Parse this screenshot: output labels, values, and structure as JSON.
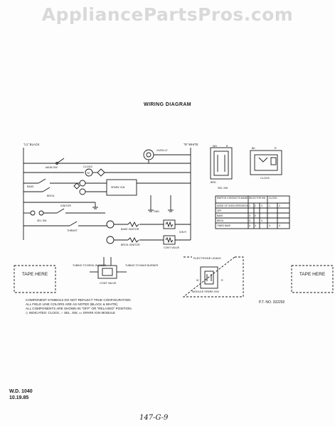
{
  "watermark": "AppliancePartsPros.com",
  "title": "WIRING DIAGRAM",
  "wire_labels": {
    "left_top": "\"L1\" BLACK",
    "right_top": "\"N\" WHITE",
    "bk": "BK",
    "wh": "WH",
    "r": "R",
    "clock": "CLOCK"
  },
  "components": {
    "main_sw": "MAIN SW",
    "bake": "BAKE",
    "broil": "BROIL",
    "ignitor": "IGNITOR",
    "spark_ign": "SPARK IGN",
    "electrode": "ELECTRODE",
    "bake_ignitor": "BAKE IGNITOR",
    "broil_ignitor": "BROIL IGNITOR",
    "sel_sw": "SEL SW",
    "oven_lt": "OVEN LT",
    "gnd": "GND",
    "cont_valve": "CONT VALVE",
    "ign_r": "IGN R",
    "bkd_label": "BKD",
    "thermostat": "THRMST"
  },
  "switch_chart": {
    "header_left": "SWITCH CONTACTS MADE",
    "header_mid": "SELECTOR SW",
    "header_right": "CLOCK",
    "rows": [
      {
        "label": "MODE OF OVEN OPERATION",
        "cells": [
          "1",
          "2",
          "3",
          "1",
          "2"
        ]
      },
      {
        "label": "OFF",
        "cells": [
          "",
          "",
          "",
          "",
          ""
        ]
      },
      {
        "label": "BAKE",
        "cells": [
          "X",
          "X",
          "",
          "",
          ""
        ]
      },
      {
        "label": "BROIL",
        "cells": [
          "X",
          "",
          "X",
          "",
          ""
        ]
      },
      {
        "label": "TIMED BAKE",
        "cells": [
          "X",
          "X",
          "",
          "X",
          "X"
        ]
      }
    ]
  },
  "sel_sw_diagram": {
    "label": "SEL SW",
    "pins": [
      "WH",
      "R",
      "BK",
      "R",
      "BRD"
    ]
  },
  "clock_diagram": {
    "label": "CLOCK",
    "pins": [
      "BK",
      "BK",
      "R",
      "BK"
    ]
  },
  "valve": {
    "left_label": "TUBING TO BROIL BURNER",
    "right_label": "TUBING TO BAKE BURNER",
    "label": "CONT VALVE",
    "pins": [
      "W",
      "W",
      "BK",
      "BK",
      "W"
    ]
  },
  "module": {
    "box_title": "ELECTRODE LEADS",
    "label": "MODULE SPARK IGN",
    "pins": [
      "W",
      "BK",
      "R"
    ]
  },
  "tape_left": "TAPE HERE",
  "tape_right": "TAPE HERE",
  "notes": [
    "COMPONENT SYMBOLS DO NOT REFLECT TRUE CONFIGURATION",
    "ALL FIELD LINE COLORS ARE AS NOTED (BLACK & WHITE)",
    "ALL COMPONENTS ARE SHOWN IN \"OFF\" OR \"RELAXED\" POSITION.",
    "◇ INDICATES: CLOCK, ○ SEL. SW, ▭ SPARK IGN MODULE"
  ],
  "part_number": "P.T. NO. 332292",
  "wd_number": "W.D. 1040",
  "wd_date": "10.19.85",
  "handwritten": "147-G-9"
}
